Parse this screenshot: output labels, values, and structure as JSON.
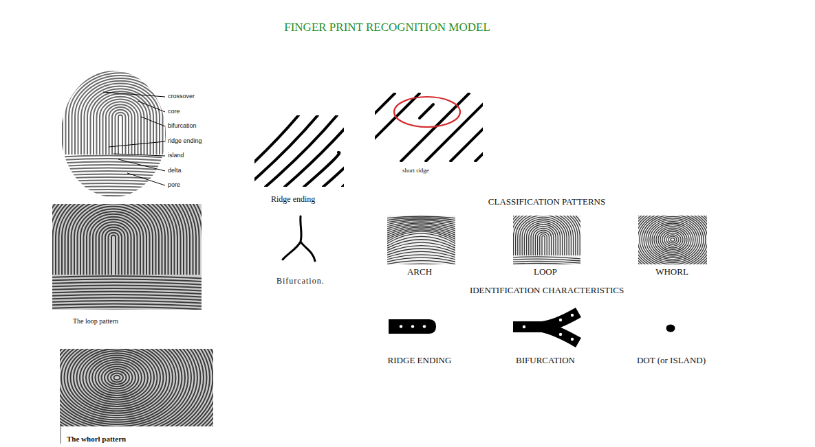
{
  "diagram": {
    "title": "FINGER PRINT RECOGNITION MODEL",
    "labels": [
      "crossover",
      "core",
      "bifurcation",
      "ridge ending",
      "island",
      "delta",
      "pore",
      "The loop pattern",
      "Ridge ending",
      "short ridge",
      "Bifurcation.",
      "CLASSIFICATION PATTERNS",
      "ARCH",
      "LOOP",
      "WHORL",
      "IDENTIFICATION CHARACTERISTICS",
      "RIDGE ENDING",
      "BIFURCATION",
      "DOT (or ISLAND)",
      "The whorl pattern"
    ]
  }
}
